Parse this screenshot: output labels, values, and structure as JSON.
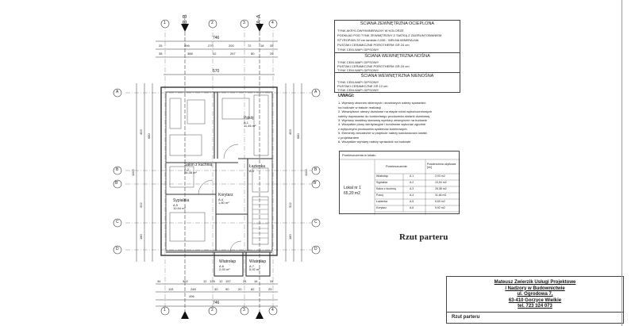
{
  "sections": {
    "bb": "B-B",
    "aa": "A-A"
  },
  "axes": {
    "columns": [
      "1",
      "2",
      "3",
      "4"
    ],
    "rows": [
      "A",
      "B",
      "B'",
      "C",
      "D"
    ]
  },
  "dims": {
    "top_total": "746",
    "top_row1": [
      "25",
      "496",
      "270",
      "200",
      "72",
      "18",
      "25"
    ],
    "top_row2": [
      "38",
      "388",
      "12",
      "267",
      "80",
      "25"
    ],
    "top_inner": "570",
    "bottom_row1": [
      "34",
      "302",
      "12",
      "128",
      "12",
      "157",
      "24",
      "16",
      "34"
    ],
    "bottom_row2": [
      "115",
      "248",
      "30",
      "90",
      "20",
      "82",
      "25"
    ],
    "bottom_mid": "496",
    "bottom_total": "746",
    "left_col": [
      "453",
      "680",
      "1103",
      "322",
      "180"
    ],
    "right_col": [
      "453",
      "680",
      "1103",
      "322",
      "180"
    ]
  },
  "rooms": [
    {
      "name": "Pokój",
      "code": "A.1",
      "area": "11,46 m²"
    },
    {
      "name": "Salon z kuchnią",
      "code": "A.2",
      "area": "26,38 m²"
    },
    {
      "name": "Łazienka",
      "code": "A.3",
      "area": ""
    },
    {
      "name": "Korytarz",
      "code": "A.4",
      "area": "1,80 m²"
    },
    {
      "name": "Sypialnia",
      "code": "A.5",
      "area": "10,94 m²"
    },
    {
      "name": "Wiatrołap",
      "code": "A.6",
      "area": "2,93 m²"
    },
    {
      "name": "Wiatrołap",
      "code": "A.7",
      "area": "5,92 m²"
    }
  ],
  "wall_specs": [
    {
      "header": "ŚCIANA ZEWNĘTRZNA OCIEPLONA",
      "lines": [
        "TYNK AKRYLOWY/MINERALNY W KOLORZE",
        "PODKŁAD POD TYNK ZEWNĘTRZNY Z SIATKĄ Z ZAGRUNTOWANIEM",
        "STYROPIAN 20 cm lambda 0,036 - WEŁNA MINERALNA",
        "PUSTAKI CERAMICZNE POROTHERM GR.24 cm",
        "TYNK CEM-WAP/ GIPSOWY"
      ]
    },
    {
      "header": "ŚCIANA WEWNĘTRZNA NOŚNA",
      "lines": [
        "TYNK CEM-WAP/ GIPSOWY",
        "PUSTAKI CERAMICZNE POROTHERM GR.24 cm",
        "TYNK CEM-WAP/ GIPSOWY"
      ]
    },
    {
      "header": "ŚCIANA WEWNĘTRZNA NIENOŚNA",
      "lines": [
        "TYNK CEM-WAP/ GIPSOWY",
        "PUSTAKI CERAMICZNE GR.12 cm",
        "TYNK CEM-WAP/ GIPSOWY"
      ]
    }
  ],
  "notes": {
    "title": "UWAGI:",
    "items": [
      "1. Wymiary otworów okiennych i drzwiowych należy sprawdzić",
      "   na budowie w trakcie realizacji",
      "2. Wewnętrzne otwory drzwiowe na etapie robót wykończeniowych",
      "   należy dopasować do konkretnego producenta stolarki drzwiowej.",
      "3. Wymiary wrażliwy stanowią wymiary zewnętrzne na budowie",
      "4. Wszystkie piony wentylacyjne i kominowe wykonać zgodnie",
      "   z wytycznymi producenta systemów kominowych",
      "5. Elementy niezaleźne w projekcie należy każdorazowo ustalić",
      "   z projektantem",
      "6. Wszystkie wymiary należy sprawdzić na budowie"
    ]
  },
  "room_table": {
    "caption": "Pomieszczenia w lokalu",
    "header_name": "Pomieszczenie",
    "header_area": "Powierzchnia użytkowa [m²]",
    "unit_label": "Lokal nr 1",
    "unit_area": "65,20 m2",
    "rows": [
      {
        "name": "Wiatrołap",
        "code": "A.1",
        "area": "2,93 m2"
      },
      {
        "name": "Sypialnia",
        "code": "A.2",
        "area": "10,94 m2"
      },
      {
        "name": "Salon z kuchnią",
        "code": "A.3",
        "area": "26,38 m2"
      },
      {
        "name": "Pokój",
        "code": "A.4",
        "area": "11,46 m2"
      },
      {
        "name": "Łazienka",
        "code": "A.5",
        "area": "6,60 m2"
      },
      {
        "name": "Korytarz",
        "code": "A.6",
        "area": "5,92 m2"
      }
    ]
  },
  "plan_title": "Rzut parteru",
  "title_block": {
    "company_lines": [
      "Mateusz Zwierzik Usługi Projektowe",
      "i Nadzory w Budownictwie",
      "ul. Ogrodowa 7,",
      "63-410 Gorzyce Wielkie",
      "tel. 723 324 073"
    ],
    "drawing_title": "Rzut parteru"
  },
  "colors": {
    "line": "#333333",
    "wall": "#444444",
    "grid": "#8a8a8a",
    "text": "#222222"
  }
}
